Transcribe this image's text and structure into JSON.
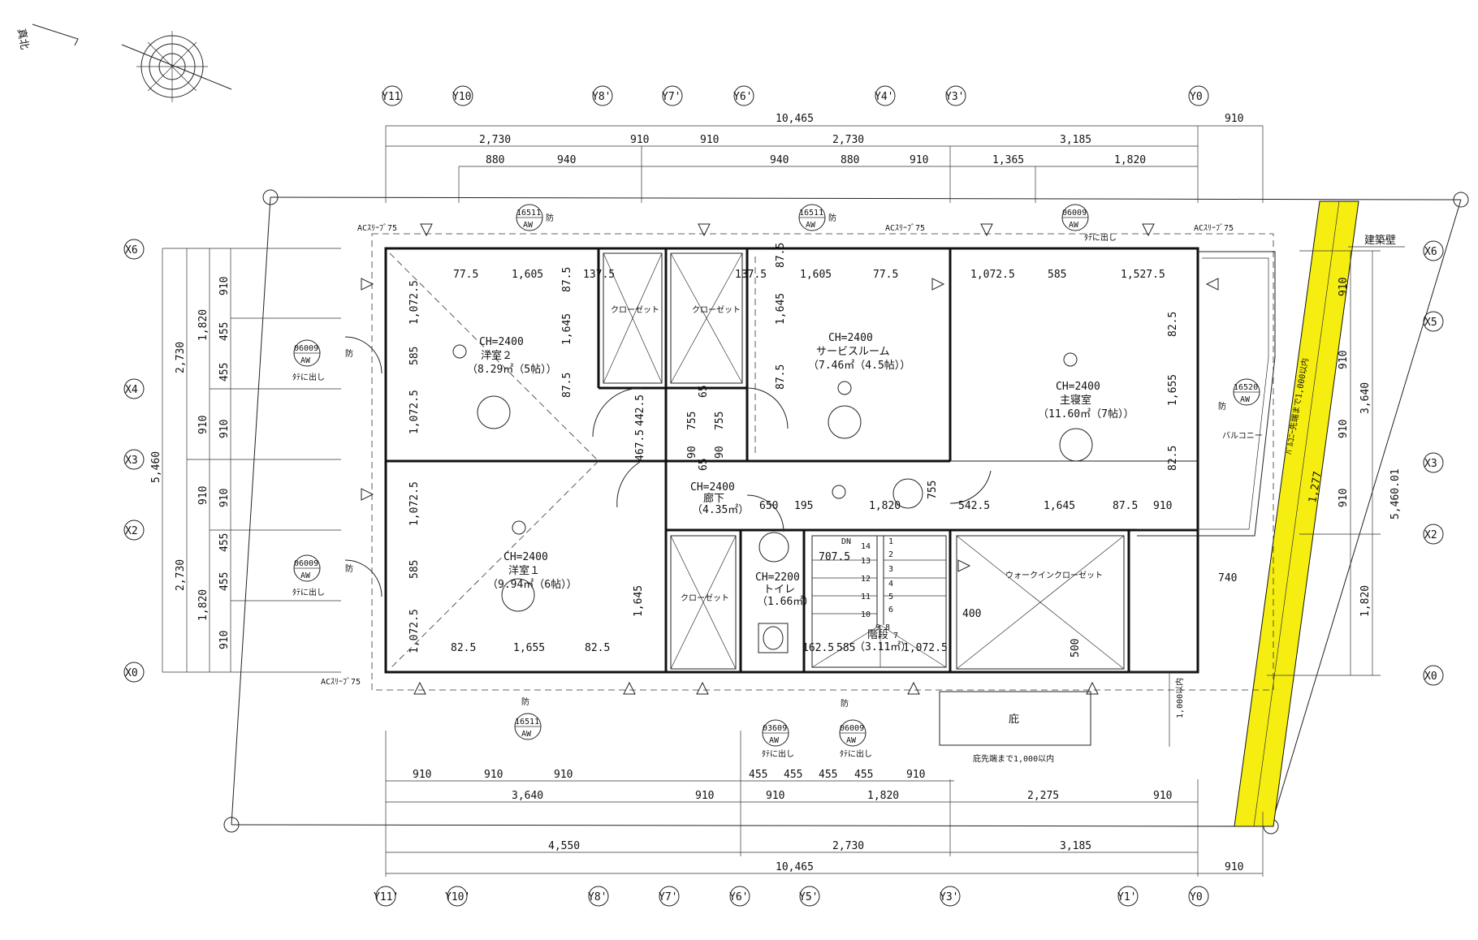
{
  "north_label": "真北",
  "axes_top": [
    "Y11",
    "Y10",
    "Y8'",
    "Y7'",
    "Y6'",
    "Y4'",
    "Y3'",
    "Y0"
  ],
  "axes_bottom": [
    "Y11'",
    "Y10'",
    "Y8'",
    "Y7'",
    "Y6'",
    "Y5'",
    "Y3'",
    "Y1'",
    "Y0"
  ],
  "axes_left": [
    "X6",
    "X4",
    "X3",
    "X2",
    "X0"
  ],
  "axes_right": [
    "X6",
    "X5",
    "X3",
    "X2",
    "X0"
  ],
  "dims_top": {
    "overall": "10,465",
    "overhang": "910",
    "row2": [
      "2,730",
      "910",
      "910",
      "2,730",
      "3,185"
    ],
    "row3": [
      "880",
      "940",
      "940",
      "880",
      "910",
      "1,365",
      "1,820"
    ]
  },
  "dims_bottom": {
    "row1": [
      "910",
      "910",
      "910",
      "455",
      "455",
      "455",
      "455",
      "910"
    ],
    "row2": [
      "3,640",
      "910",
      "910",
      "1,820",
      "2,275",
      "910"
    ],
    "row3": [
      "4,550",
      "2,730",
      "3,185"
    ],
    "overall": "10,465",
    "overhang": "910"
  },
  "dims_left": {
    "overall": "5,460",
    "row2": [
      "2,730",
      "2,730"
    ],
    "row3": [
      "1,820",
      "910",
      "910",
      "1,820"
    ],
    "row4": [
      "910",
      "455",
      "455",
      "910",
      "910",
      "455",
      "455",
      "910"
    ]
  },
  "dims_right": {
    "overall": "5,460.01",
    "row2": [
      "3,640",
      "1,820"
    ],
    "row3": [
      "910",
      "910",
      "910",
      "910"
    ]
  },
  "rooms": {
    "yoshitsu2": {
      "ch": "CH=2400",
      "name": "洋室２",
      "area": "（8.29㎡（5帖））"
    },
    "service": {
      "ch": "CH=2400",
      "name": "サービスルーム",
      "area": "（7.46㎡（4.5帖））"
    },
    "master": {
      "ch": "CH=2400",
      "name": "主寝室",
      "area": "（11.60㎡（7帖））"
    },
    "hall": {
      "ch": "CH=2400",
      "name": "廊下",
      "area": "（4.35㎡）"
    },
    "yoshitsu1": {
      "ch": "CH=2400",
      "name": "洋室１",
      "area": "（9.94㎡（6帖））"
    },
    "toilet": {
      "ch": "CH=2200",
      "name": "トイレ",
      "area": "（1.66㎡）"
    },
    "stairs": {
      "name": "階段",
      "area": "（3.11㎡）"
    },
    "wic": {
      "name": "ウォークインクローゼット"
    },
    "closet": "クローゼット",
    "balcony": "バルコニー"
  },
  "inner_dims": {
    "y2_top": [
      "77.5",
      "1,605",
      "137.5"
    ],
    "sv_top": [
      "137.5",
      "1,605",
      "77.5"
    ],
    "ms_top": [
      "1,072.5",
      "585",
      "1,527.5"
    ],
    "y2_left": [
      "1,072.5",
      "585",
      "1,072.5"
    ],
    "y1_left": [
      "1,072.5",
      "585",
      "1,072.5"
    ],
    "y1_bottom": [
      "82.5",
      "1,655",
      "82.5"
    ],
    "closet_v": [
      "87.5",
      "1,645",
      "87.5"
    ],
    "hall_row": [
      "650",
      "195",
      "1,820",
      "755"
    ],
    "ms_bottom": [
      "542.5",
      "1,645",
      "87.5",
      "910"
    ],
    "ms_right": [
      "82.5",
      "1,655",
      "82.5"
    ],
    "st_bottom": [
      "162.5",
      "585",
      "1,072.5"
    ],
    "misc": [
      "442.5",
      "467.5",
      "755",
      "755",
      "90",
      "90",
      "65",
      "65",
      "1,645",
      "707.5",
      "400",
      "500",
      "740",
      "1,277"
    ]
  },
  "stair_steps": [
    "14",
    "13",
    "12",
    "11",
    "10",
    "9",
    "8",
    "7",
    "6",
    "5",
    "4",
    "3",
    "2",
    "1",
    "DN"
  ],
  "windows": [
    {
      "code": "16511",
      "type": "AW"
    },
    {
      "code": "16511",
      "type": "AW"
    },
    {
      "code": "06009",
      "type": "AW",
      "note": "ﾀﾃに出し"
    },
    {
      "code": "06009",
      "type": "AW",
      "note": "ﾀﾃに出し"
    },
    {
      "code": "06009",
      "type": "AW",
      "note": "ﾀﾃに出し"
    },
    {
      "code": "16520",
      "type": "AW"
    },
    {
      "code": "16511",
      "type": "AW"
    },
    {
      "code": "03609",
      "type": "AW",
      "note": "ﾀﾃに出し"
    },
    {
      "code": "06009",
      "type": "AW",
      "note": "ﾀﾃに出し"
    }
  ],
  "bou": "防",
  "ac_sleeve": "ACｽﾘｰﾌﾞ75",
  "eave": {
    "label": "庇",
    "note": "庇先端まで1,000以内",
    "side": "1,000以内"
  },
  "balcony_note": "ﾊﾞﾙｺﾆｰ先端まで1,000以内",
  "setback_label": "建築壁",
  "colors": {
    "ink": "#111111",
    "highlight": "#f5ee10",
    "paper": "#ffffff"
  }
}
